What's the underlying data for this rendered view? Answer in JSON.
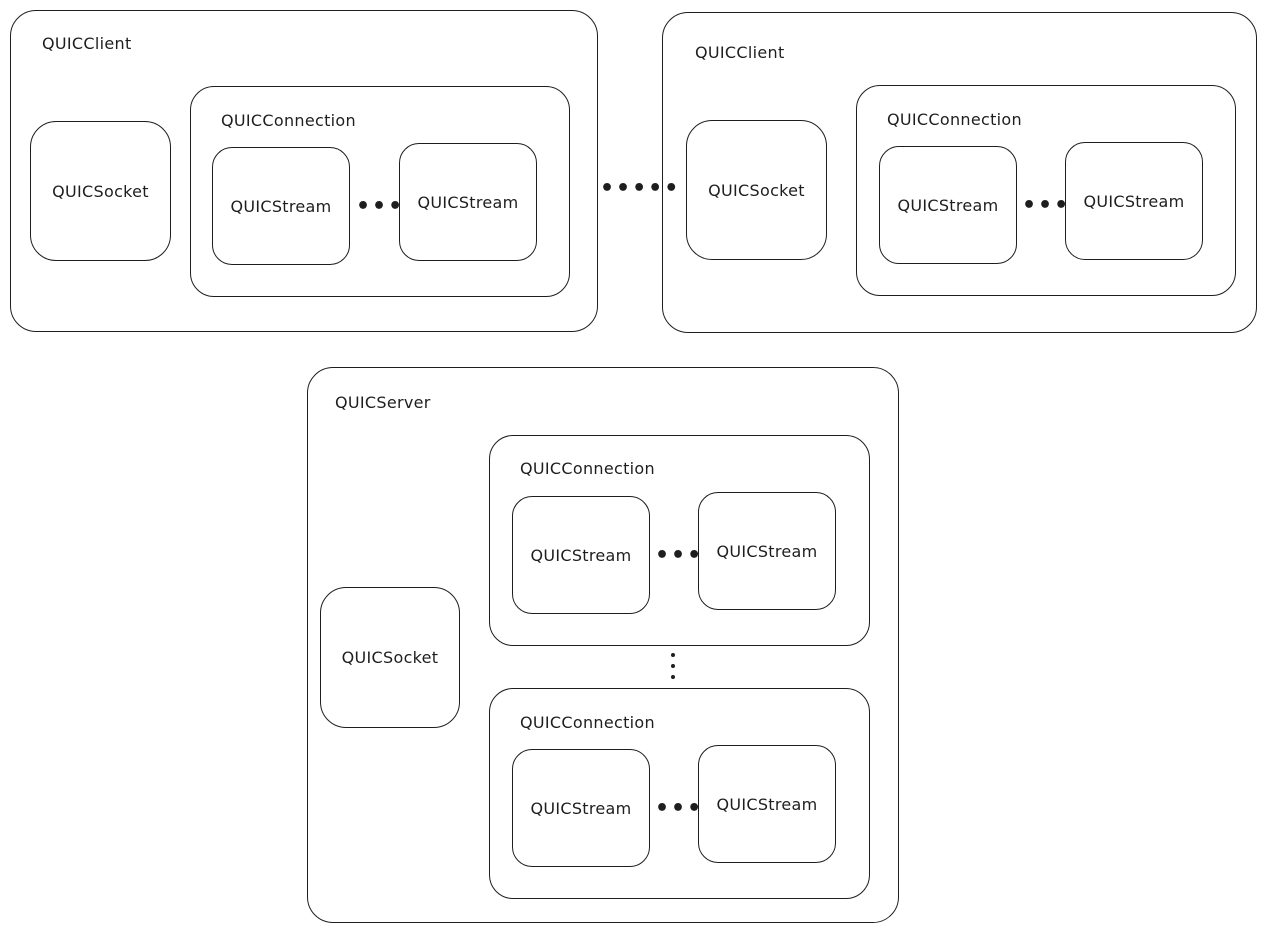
{
  "client_a": {
    "title": "QUICClient",
    "socket": "QUICSocket",
    "connection": {
      "title": "QUICConnection",
      "stream_1": "QUICStream",
      "stream_2": "QUICStream",
      "ellipsis": "•••"
    }
  },
  "client_b": {
    "title": "QUICClient",
    "socket": "QUICSocket",
    "connection": {
      "title": "QUICConnection",
      "stream_1": "QUICStream",
      "stream_2": "QUICStream",
      "ellipsis": "•••"
    }
  },
  "between_clients": "•••••",
  "server": {
    "title": "QUICServer",
    "socket": "QUICSocket",
    "connections": [
      {
        "title": "QUICConnection",
        "stream_1": "QUICStream",
        "stream_2": "QUICStream",
        "ellipsis": "•••"
      },
      {
        "title": "QUICConnection",
        "stream_1": "QUICStream",
        "stream_2": "QUICStream",
        "ellipsis": "•••"
      }
    ]
  }
}
